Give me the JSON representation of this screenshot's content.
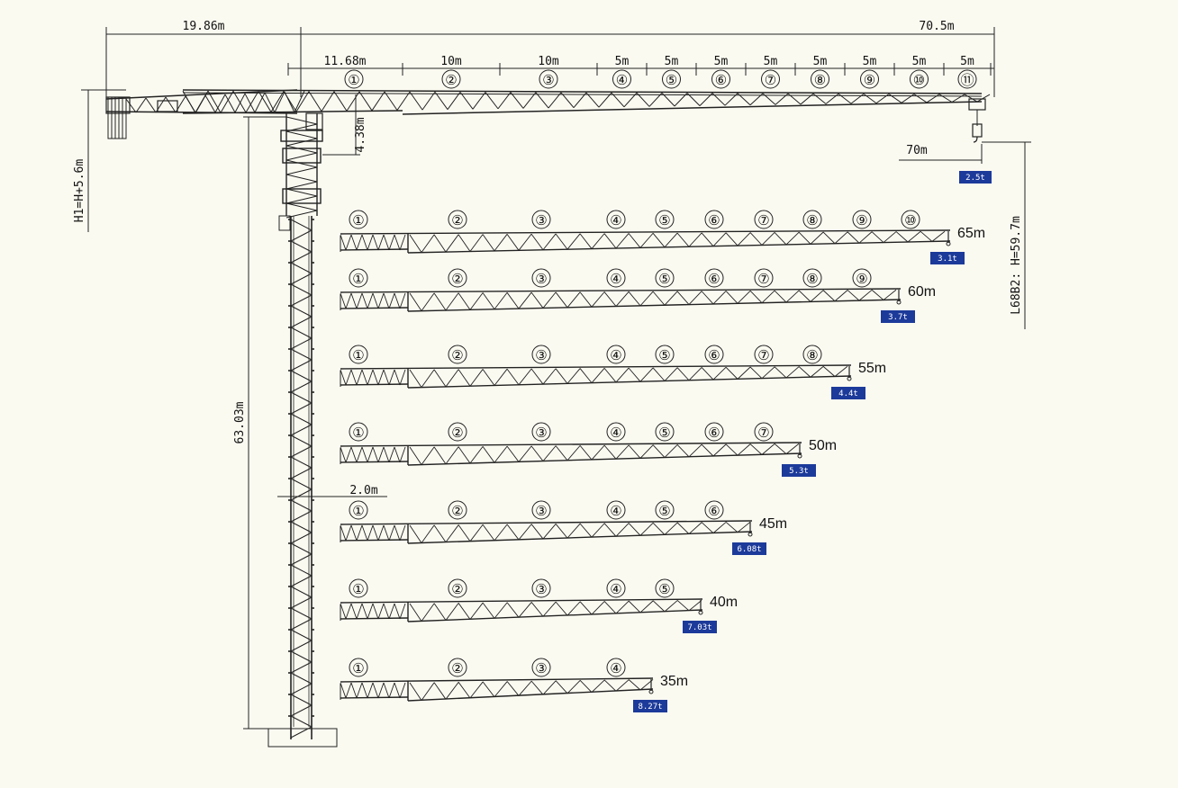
{
  "dimensions": {
    "counter_jib": "19.86m",
    "total_jib": "70.5m",
    "inner_section": "11.68m",
    "height_annotation": "H1=H+5.6m",
    "model_height": "L68B2: H=59.7m",
    "tower_height": "63.03m",
    "head_height": "4.38m",
    "mast_width": "2.0m",
    "tip_radius": "70m"
  },
  "main_jib": {
    "sections": [
      {
        "num": "①",
        "len": ""
      },
      {
        "num": "②",
        "len": "10m"
      },
      {
        "num": "③",
        "len": "10m"
      },
      {
        "num": "④",
        "len": "5m"
      },
      {
        "num": "⑤",
        "len": "5m"
      },
      {
        "num": "⑥",
        "len": "5m"
      },
      {
        "num": "⑦",
        "len": "5m"
      },
      {
        "num": "⑧",
        "len": "5m"
      },
      {
        "num": "⑨",
        "len": "5m"
      },
      {
        "num": "⑩",
        "len": "5m"
      },
      {
        "num": "⑪",
        "len": "5m"
      }
    ],
    "tip_load": "2.5t"
  },
  "jib_configs": [
    {
      "length": "65m",
      "tip_load": "3.1t",
      "sections": [
        "①",
        "②",
        "③",
        "④",
        "⑤",
        "⑥",
        "⑦",
        "⑧",
        "⑨",
        "⑩"
      ]
    },
    {
      "length": "60m",
      "tip_load": "3.7t",
      "sections": [
        "①",
        "②",
        "③",
        "④",
        "⑤",
        "⑥",
        "⑦",
        "⑧",
        "⑨"
      ]
    },
    {
      "length": "55m",
      "tip_load": "4.4t",
      "sections": [
        "①",
        "②",
        "③",
        "④",
        "⑤",
        "⑥",
        "⑦",
        "⑧"
      ]
    },
    {
      "length": "50m",
      "tip_load": "5.3t",
      "sections": [
        "①",
        "②",
        "③",
        "④",
        "⑤",
        "⑥",
        "⑦"
      ]
    },
    {
      "length": "45m",
      "tip_load": "6.08t",
      "sections": [
        "①",
        "②",
        "③",
        "④",
        "⑤",
        "⑥"
      ]
    },
    {
      "length": "40m",
      "tip_load": "7.03t",
      "sections": [
        "①",
        "②",
        "③",
        "④",
        "⑤"
      ]
    },
    {
      "length": "35m",
      "tip_load": "8.27t",
      "sections": [
        "①",
        "②",
        "③",
        "④"
      ]
    }
  ],
  "colors": {
    "background": "#fbfaf1",
    "line": "#222222",
    "load_badge": "#1c3a9a"
  }
}
